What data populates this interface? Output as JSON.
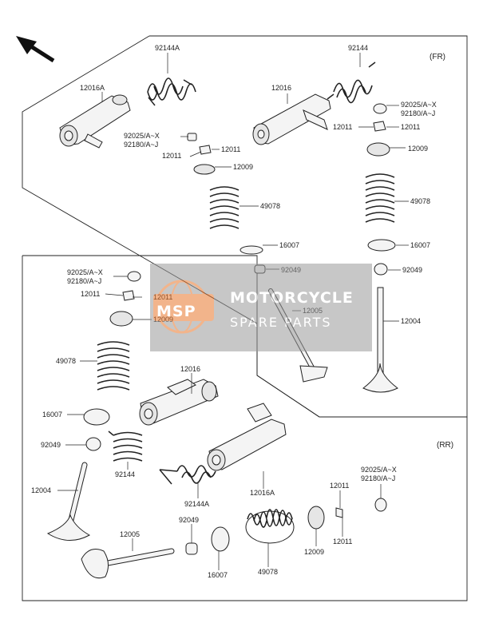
{
  "sections": {
    "front": "(FR)",
    "rear": "(RR)"
  },
  "direction_arrow": {
    "icon": "direction-arrow-icon"
  },
  "watermark": {
    "logo": "MSP",
    "line1": "MOTORCYCLE",
    "line2": "SPARE PARTS",
    "color": "#e8772e"
  },
  "labels": {
    "fr_92144A": "92144A",
    "fr_92144": "92144",
    "fr_12016A": "12016A",
    "fr_12016": "12016",
    "fr_92025_left": "92025/A~X",
    "fr_92180_left": "92180/A~J",
    "fr_12011_left": "12011",
    "fr_12009_left": "12009",
    "fr_92025_right": "92025/A~X",
    "fr_92180_right": "92180/A~J",
    "fr_12011_right": "12011",
    "fr_12009_right": "12009",
    "fr_49078_left": "49078",
    "fr_49078_right": "49078",
    "fr_16007_left": "16007",
    "fr_16007_right": "16007",
    "fr_92049_left": "92049",
    "fr_92049_right": "92049",
    "fr_12005": "12005",
    "fr_12004": "12004",
    "rr_92025": "92025/A~X",
    "rr_92180": "92180/A~J",
    "rr_12011": "12011",
    "rr_12009": "12009",
    "rr_49078": "49078",
    "rr_16007": "16007",
    "rr_92049": "92049",
    "rr_12004": "12004",
    "rr_12016": "12016",
    "rr_92144": "92144",
    "rr_92144A": "92144A",
    "rr_12016A": "12016A",
    "rr_12005": "12005",
    "rr_92049_b": "92049",
    "rr_16007_b": "16007",
    "rr_49078_b": "49078",
    "rr_12009_b": "12009",
    "rr_12011_b": "12011",
    "rr_12011_c": "12011",
    "rr_92025_b": "92025/A~X",
    "rr_92180_b": "92180/A~J"
  }
}
